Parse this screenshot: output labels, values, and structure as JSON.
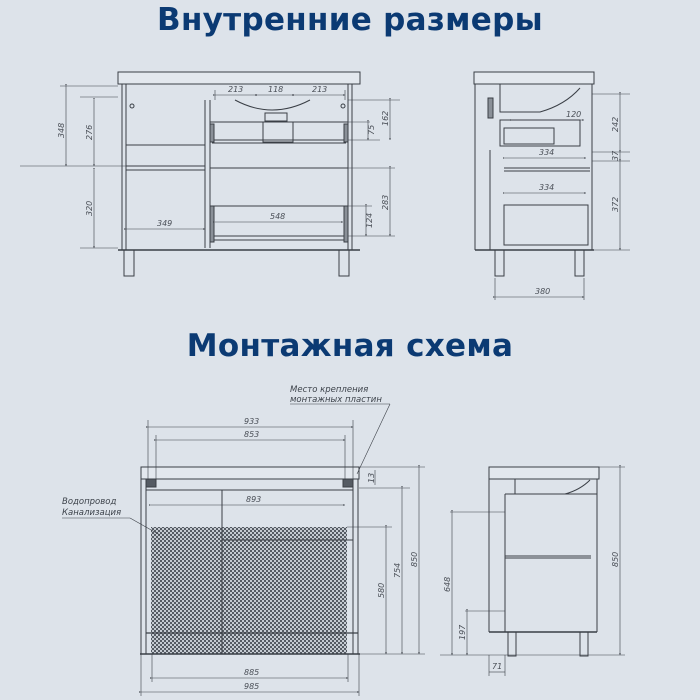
{
  "sections": [
    {
      "title": "Внутренние размеры"
    },
    {
      "title": "Монтажная схема"
    }
  ],
  "inner": {
    "front": {
      "width_213_left": "213",
      "width_118": "118",
      "width_213_right": "213",
      "height_348": "348",
      "height_276": "276",
      "height_320": "320",
      "width_349": "349",
      "width_548": "548",
      "height_75": "75",
      "height_162": "162",
      "height_283": "283",
      "height_124": "124"
    },
    "side": {
      "width_120": "120",
      "depth_334_top": "334",
      "depth_334_bottom": "334",
      "height_242": "242",
      "height_37": "37",
      "height_372": "372",
      "depth_380": "380"
    }
  },
  "mounting": {
    "front": {
      "width_933": "933",
      "width_853": "853",
      "width_893": "893",
      "width_885": "885",
      "width_985": "985",
      "height_13": "13",
      "height_754": "754",
      "height_850": "850",
      "height_580": "580"
    },
    "side": {
      "height_648": "648",
      "height_197": "197",
      "height_850": "850",
      "offset_71": "71"
    },
    "notes": {
      "mount_plate_line1": "Место крепления",
      "mount_plate_line2": "монтажных пластин",
      "water_line1": "Водопровод",
      "water_line2": "Канализация"
    }
  },
  "colors": {
    "background": "#dde3ea",
    "heading": "#0b3a73",
    "lines": "#3a3f46"
  }
}
